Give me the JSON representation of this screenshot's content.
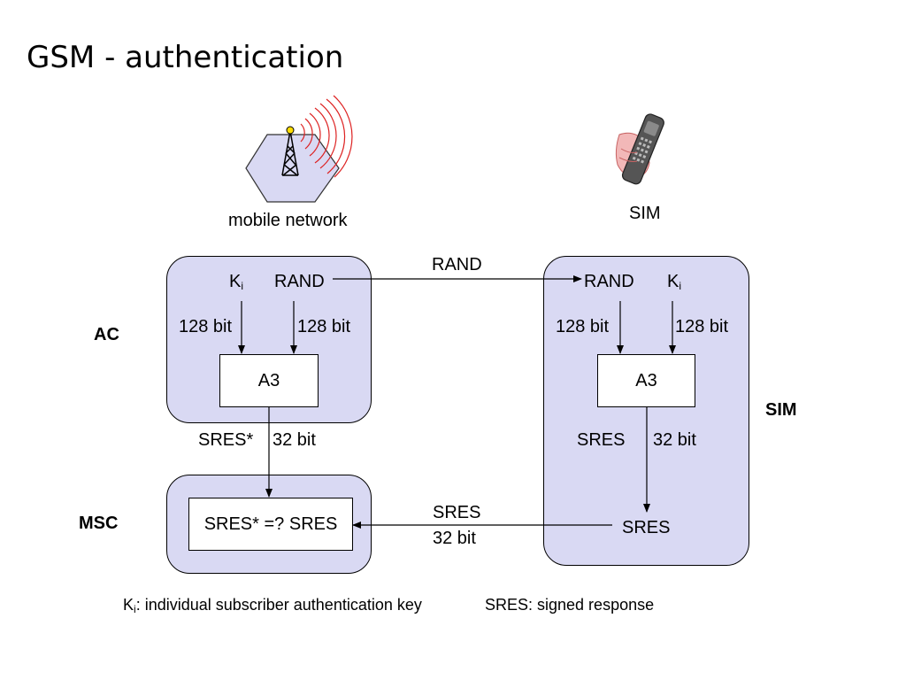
{
  "title": "GSM - authentication",
  "top": {
    "network_label": "mobile network",
    "sim_label": "SIM"
  },
  "side_labels": {
    "ac": "AC",
    "msc": "MSC",
    "sim": "SIM"
  },
  "ac": {
    "ki_base": "K",
    "ki_sub": "i",
    "rand": "RAND",
    "ki_bits": "128 bit",
    "rand_bits": "128 bit",
    "algo": "A3",
    "sres_star": "SRES*",
    "sres_bits": "32 bit"
  },
  "sim": {
    "rand": "RAND",
    "ki_base": "K",
    "ki_sub": "i",
    "rand_bits": "128 bit",
    "ki_bits": "128 bit",
    "algo": "A3",
    "sres": "SRES",
    "sres_bits": "32 bit",
    "sres_out": "SRES"
  },
  "msc": {
    "compare": "SRES* =? SRES"
  },
  "transfer": {
    "rand": "RAND",
    "sres": "SRES",
    "sres_bits": "32 bit"
  },
  "legend": {
    "ki_base": "K",
    "ki_sub": "i",
    "ki_text": ": individual subscriber authentication key",
    "sres_text": "SRES: signed response"
  },
  "icons": {
    "network": "cell-tower-icon",
    "sim": "mobile-phone-icon"
  },
  "colors": {
    "box_fill": "#d9d9f3",
    "signal": "#dd2222",
    "hex_fill": "#d9d9f3"
  }
}
